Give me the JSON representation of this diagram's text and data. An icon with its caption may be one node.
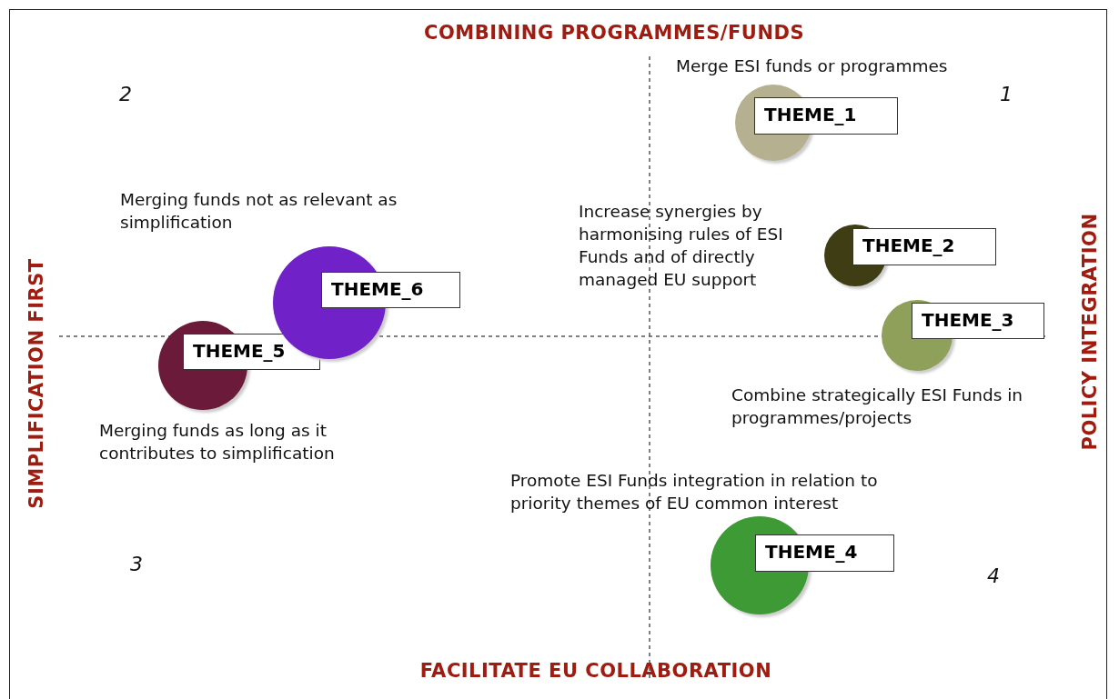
{
  "diagram": {
    "nodes": [
      {
        "text": [
          "THEME_1"
        ],
        "beside": [
          "Merge ESI funds or programmes"
        ]
      },
      {
        "text": [
          "THEME_2"
        ],
        "beside": [
          "Increase synergies by harmonising rules of ESI Funds and of directly managed EU support"
        ]
      },
      {
        "text": [
          "THEME_3"
        ],
        "beside": [
          "Combine strategically ESI Funds in programmes/projects"
        ]
      },
      {
        "text": [
          "THEME_4"
        ],
        "beside": [
          "Promote ESI Funds integration in relation to priority themes of EU common interest"
        ]
      },
      {
        "text": [
          "THEME_5"
        ],
        "beside": [
          "Merging funds as long as it contributes to simplification"
        ]
      },
      {
        "text": [
          "THEME_6"
        ],
        "beside": [
          "Merging funds not as relevant as simplification"
        ]
      }
    ],
    "labels": [
      "COMBINING PROGRAMMES/FUNDS",
      "2",
      "1",
      "SIMPLIFICATION FIRST",
      "POLICY INTEGRATION",
      "3",
      "4",
      "FACILITATE EU COLLABORATION"
    ]
  }
}
